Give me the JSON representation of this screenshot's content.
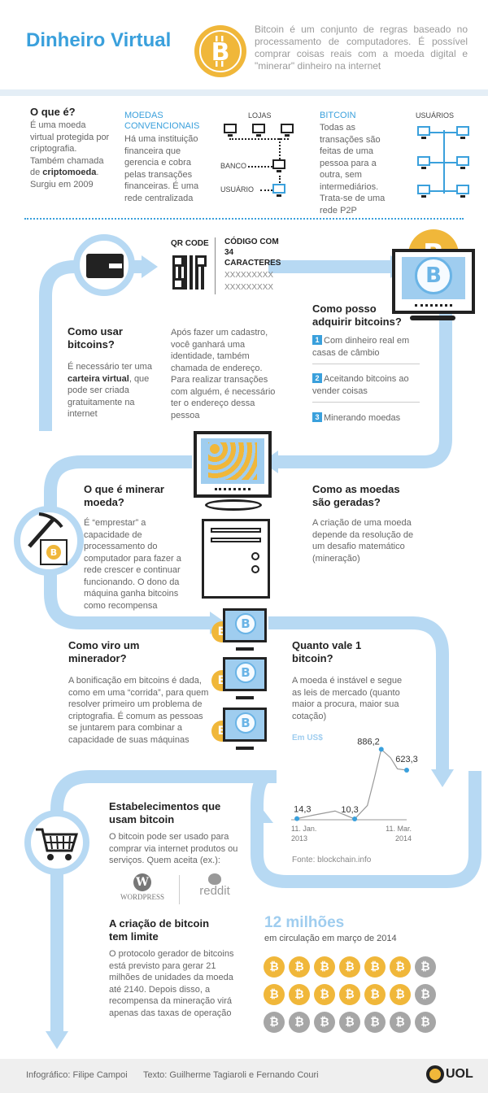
{
  "header": {
    "title": "Dinheiro Virtual",
    "description": "Bitcoin é um conjunto de regras baseado no processamento de computadores. É possível comprar coisas reais com a moeda digital e \"minerar\" dinheiro na internet"
  },
  "what": {
    "title": "O que é?",
    "text": "É uma moeda virtual protegida por criptografia. Também chamada de ",
    "strong": "criptomoeda",
    "text_end": ". Surgiu em 2009"
  },
  "conventional": {
    "title": "MOEDAS CONVENCIONAIS",
    "text": "Há uma instituição financeira que gerencia e cobra pelas transações financeiras. É uma rede centralizada",
    "label_stores": "LOJAS",
    "label_bank": "BANCO",
    "label_user": "USUÁRIO"
  },
  "bitcoin_net": {
    "title": "BITCOIN",
    "text": "Todas as transações são feitas de uma pessoa para a outra, sem intermediários. Trata-se de uma rede P2P",
    "label_users": "USUÁRIOS"
  },
  "use": {
    "title": "Como usar bitcoins?",
    "text_a": "É necessário ter uma ",
    "strong": "carteira virtual",
    "text_b": ", que pode ser criada gratuitamente na internet"
  },
  "qr": {
    "label": "QR CODE",
    "code_label": "CÓDIGO COM 34 CARACTERES",
    "code_line1": "XXXXXXXXX",
    "code_line2": "XXXXXXXXX",
    "text": "Após fazer um cadastro, você ganhará uma identidade, também chamada de endereço. Para realizar transações com alguém, é necessário ter o endereço dessa pessoa"
  },
  "acquire": {
    "title": "Como posso adquirir bitcoins?",
    "items": [
      {
        "n": "1",
        "text": "Com dinheiro real em casas de câmbio"
      },
      {
        "n": "2",
        "text": "Aceitando bitcoins ao vender coisas"
      },
      {
        "n": "3",
        "text": "Minerando moedas"
      }
    ]
  },
  "mining": {
    "title": "O que é minerar moeda?",
    "text": "É “emprestar” a capacidade de processamento do computador para fazer a rede crescer e continuar funcionando. O dono da máquina ganha bitcoins como recompensa"
  },
  "generated": {
    "title": "Como as moedas são geradas?",
    "text": "A criação de uma moeda depende da resolução de um desafio matemático (mineração)"
  },
  "miner": {
    "title": "Como viro um minerador?",
    "text": "A bonificação em bitcoins é dada, como em uma “corrida”, para quem resolver primeiro um problema de criptografia. É comum as pessoas se juntarem para combinar a capacidade de suas máquinas"
  },
  "value": {
    "title": "Quanto vale 1 bitcoin?",
    "text": "A moeda é instável e segue as leis de mercado (quanto maior a procura, maior sua cotação)",
    "unit": "Em US$",
    "source": "Fonte: blockchain.info"
  },
  "chart_data": {
    "type": "line",
    "unit": "Em US$",
    "x": [
      "11. Jan. 2013",
      "11. Mar. 2014"
    ],
    "labeled_points": [
      {
        "label": "14,3"
      },
      {
        "label": "10,3"
      },
      {
        "label": "886,2"
      },
      {
        "label": "623,3"
      }
    ],
    "series": [
      {
        "values": [
          14.3,
          10.3,
          886.2,
          623.3
        ]
      }
    ],
    "xlabel_start_1": "11. Jan.",
    "xlabel_start_2": "2013",
    "xlabel_end_1": "11. Mar.",
    "xlabel_end_2": "2014"
  },
  "shops": {
    "title": "Estabelecimentos que usam bitcoin",
    "text": "O bitcoin pode ser usado para comprar via internet produtos ou serviços. Quem aceita (ex.):",
    "logo1": "WORDPRESS",
    "logo2": "reddit"
  },
  "limit": {
    "title": "A criação de bitcoin tem limite",
    "text": "O protocolo gerador de bitcoins está previsto para gerar 21 milhões de unidades da moeda até 2140. Depois disso, a recompensa da mineração virá apenas das taxas de operação"
  },
  "circulation": {
    "amount": "12 milhões",
    "subtitle": "em circulação em março de 2014",
    "coin_glyph": "₿"
  },
  "footer": {
    "credits_graphic": "Infográfico: Filipe Campoi",
    "credits_text": "Texto: Guilherme Tagiaroli e Fernando Couri",
    "brand": "UOL"
  },
  "colors": {
    "accent": "#3aa0dc",
    "pipe": "#b7d9f3",
    "coin": "#f0b73a",
    "coin_grey": "#a6a6a6"
  }
}
